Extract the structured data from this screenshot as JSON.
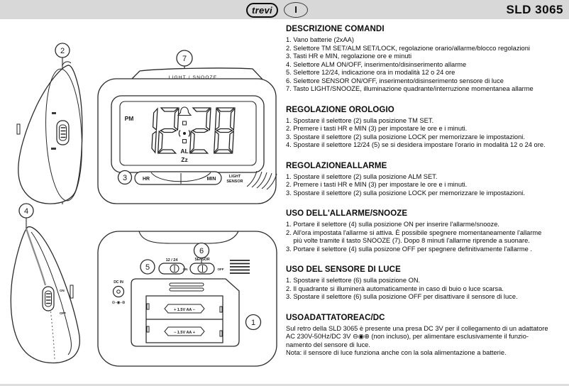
{
  "header": {
    "brand": "trevi",
    "language_badge": "I",
    "model": "SLD  3065"
  },
  "sections": [
    {
      "title": "DESCRIZIONE COMANDI",
      "lines": [
        "1. Vano batterie (2xAA)",
        "2. Selettore TM SET/ALM SET/LOCK, regolazione orario/allarme/blocco regolazioni",
        "3. Tasti HR e MIN, regolazione ore e minuti",
        "4. Selettore ALM ON/OFF, inserimento/disinserimento allarme",
        "5. Selettore 12/24, indicazione ora in modalità 12 o 24 ore",
        "6. Selettore SENSOR ON/OFF, inserimento/disinserimento sensore di luce",
        "7. Tasto LIGHT/SNOOZE, illuminazione quadrante/interruzione momentanea allarme"
      ]
    },
    {
      "title": "REGOLAZIONE OROLOGIO",
      "lines": [
        "1. Spostare il selettore (2) sulla posizione TM SET.",
        "2. Premere i tasti HR e MIN (3) per impostare le ore e i minuti.",
        "3. Spostare il selettore (2) sulla posizione LOCK per memorizzare le impostazioni.",
        "4. Spostare il selettore 12/24 (5) se si desidera impostare l'orario in modalità 12 o 24 ore."
      ]
    },
    {
      "title": "REGOLAZIONEALLARME",
      "lines": [
        "1. Spostare il selettore (2) sulla posizione ALM SET.",
        "2. Premere i tasti HR e MIN (3) per impostare le ore e i minuti.",
        "3. Spostare il selettore (2) sulla posizione LOCK per memorizzare le impostazioni."
      ]
    },
    {
      "title": "USO DELL'ALLARME/SNOOZE",
      "lines": [
        "1. Portare il selettore (4) sulla posizione ON per inserire l'allarme/snooze.",
        "2. All'ora impostata l'allarme si attiva.  È possibile spegnere momentaneamente l'allarme",
        "    più volte tramite il tasto SNOOZE (7). Dopo 8 minuti l'allarme riprende a suonare.",
        "3. Portare il selettore (4) sulla posizone OFF per spegnere definitivamente l'allarme ."
      ]
    },
    {
      "title": "USO DEL SENSORE DI LUCE",
      "lines": [
        "1. Spostare il selettore (6) sulla posizione ON.",
        "2. Il quadrante si illuminerà automaticamente in caso di buio o luce scarsa.",
        "3. Spostare il selettore (6) sulla posizione OFF per disattivare il sensore di luce."
      ]
    },
    {
      "title": "USOADATTATOREAC/DC",
      "lines": [
        "Sul retro della SLD 3065 è presente una presa DC 3V per il collegamento di un adattatore",
        "AC 230V-50Hz/DC 3V ⊖◉⊕  (non incluso), per alimentare esclusivamente il funzio-",
        "namento del sensore di luce.",
        "Nota: il sensore di luce funziona anche con la sola alimentazione a batterie."
      ]
    }
  ],
  "diagram": {
    "callouts": [
      "1",
      "2",
      "3",
      "4",
      "5",
      "6",
      "7"
    ],
    "front": {
      "snooze_bar": "LIGHT / SNOOZE",
      "hr": "HR",
      "min": "MIN",
      "light_sensor_line1": "LIGHT",
      "light_sensor_line2": "SENSOR",
      "lcd": {
        "meridiem": "PM",
        "time": "12:28",
        "alarm": "AL",
        "snooze": "Zz"
      }
    },
    "side_bottom": {
      "on": "ON",
      "off": "OFF"
    },
    "back": {
      "mode_switch": "12 / 24",
      "sensor_switch": "SENSOR",
      "on": "ON",
      "off": "OFF",
      "dc_in": "DC IN",
      "polarity": "⊖-◉-⊕",
      "battery_top": "+ 1.5V AA −",
      "battery_bottom": "− 1.5V AA +"
    }
  }
}
